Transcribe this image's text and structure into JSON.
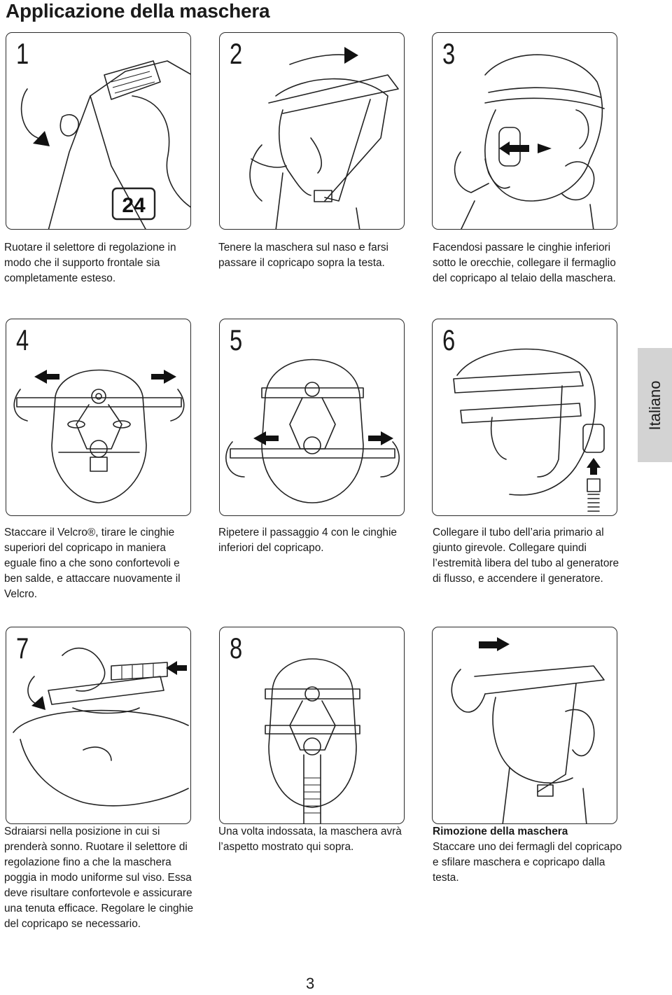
{
  "page": {
    "title": "Applicazione della maschera",
    "side_tab": "Italiano",
    "page_number": "3"
  },
  "panels": [
    {
      "step": "1",
      "badge": "24",
      "caption": "Ruotare il selettore di regolazione in modo che il supporto frontale sia completamente esteso."
    },
    {
      "step": "2",
      "caption": "Tenere la maschera sul naso e farsi passare il copricapo sopra la testa."
    },
    {
      "step": "3",
      "caption": "Facendosi passare le cinghie inferiori sotto le orecchie, collegare il fermaglio del copricapo al telaio della maschera."
    },
    {
      "step": "4",
      "caption": "Staccare il Velcro®, tirare le cinghie superiori del copricapo in maniera eguale fino a che sono confortevoli e ben salde, e attaccare nuovamente il Velcro."
    },
    {
      "step": "5",
      "caption": "Ripetere il passaggio 4 con le cinghie inferiori del copricapo."
    },
    {
      "step": "6",
      "caption": "Collegare il tubo dell’aria primario al giunto girevole. Collegare quindi l’estremità libera del tubo al generatore di flusso, e accendere il generatore."
    },
    {
      "step": "7",
      "caption": "Sdraiarsi nella posizione in cui si prenderà sonno. Ruotare il selettore di regolazione fino a che la maschera poggia in modo uniforme sul viso. Essa deve risultare confortevole e assicurare una tenuta efficace. Regolare le cinghie del copricapo se necessario."
    },
    {
      "step": "8",
      "caption": "Una volta indossata, la maschera avrà l’aspetto mostrato qui sopra."
    },
    {
      "heading": "Rimozione della maschera",
      "caption": "Staccare uno dei fermagli del copricapo e sfilare maschera e copricapo dalla testa."
    }
  ]
}
